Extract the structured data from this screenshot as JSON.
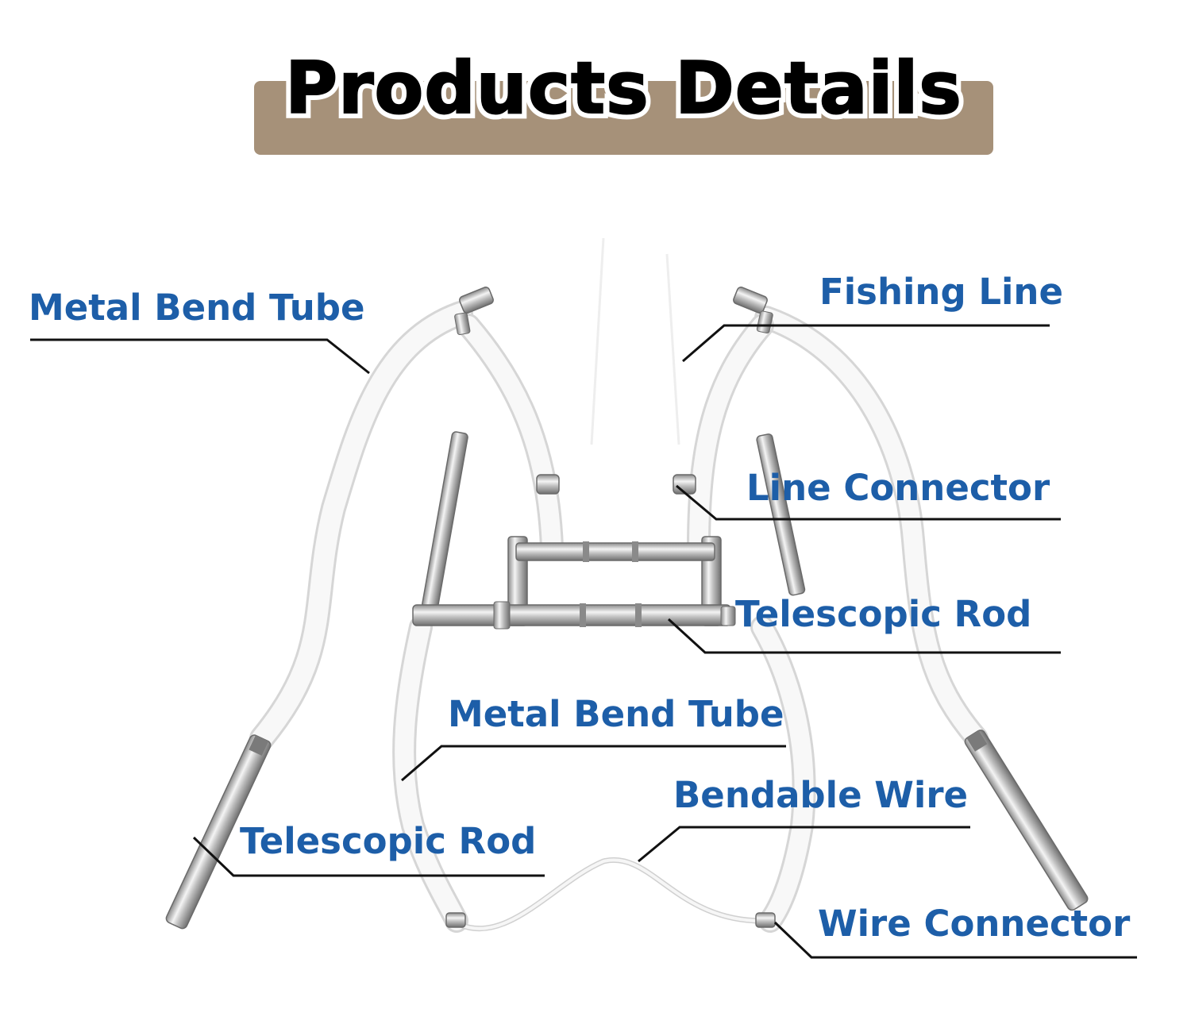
{
  "header": {
    "title": "Products Details"
  },
  "colors": {
    "title_band": "#a69179",
    "label_text": "#1d5ea8",
    "leader_line": "#111111",
    "tube": "#f7f7f7",
    "metal": "#b9b9b9"
  },
  "callouts": [
    {
      "id": "metal-bend-tube-top",
      "label": "Metal Bend Tube"
    },
    {
      "id": "fishing-line",
      "label": "Fishing Line"
    },
    {
      "id": "line-connector",
      "label": "Line Connector"
    },
    {
      "id": "telescopic-rod-right",
      "label": "Telescopic Rod"
    },
    {
      "id": "metal-bend-tube-center",
      "label": "Metal Bend Tube"
    },
    {
      "id": "bendable-wire",
      "label": "Bendable Wire"
    },
    {
      "id": "telescopic-rod-left",
      "label": "Telescopic Rod"
    },
    {
      "id": "wire-connector",
      "label": "Wire Connector"
    }
  ]
}
